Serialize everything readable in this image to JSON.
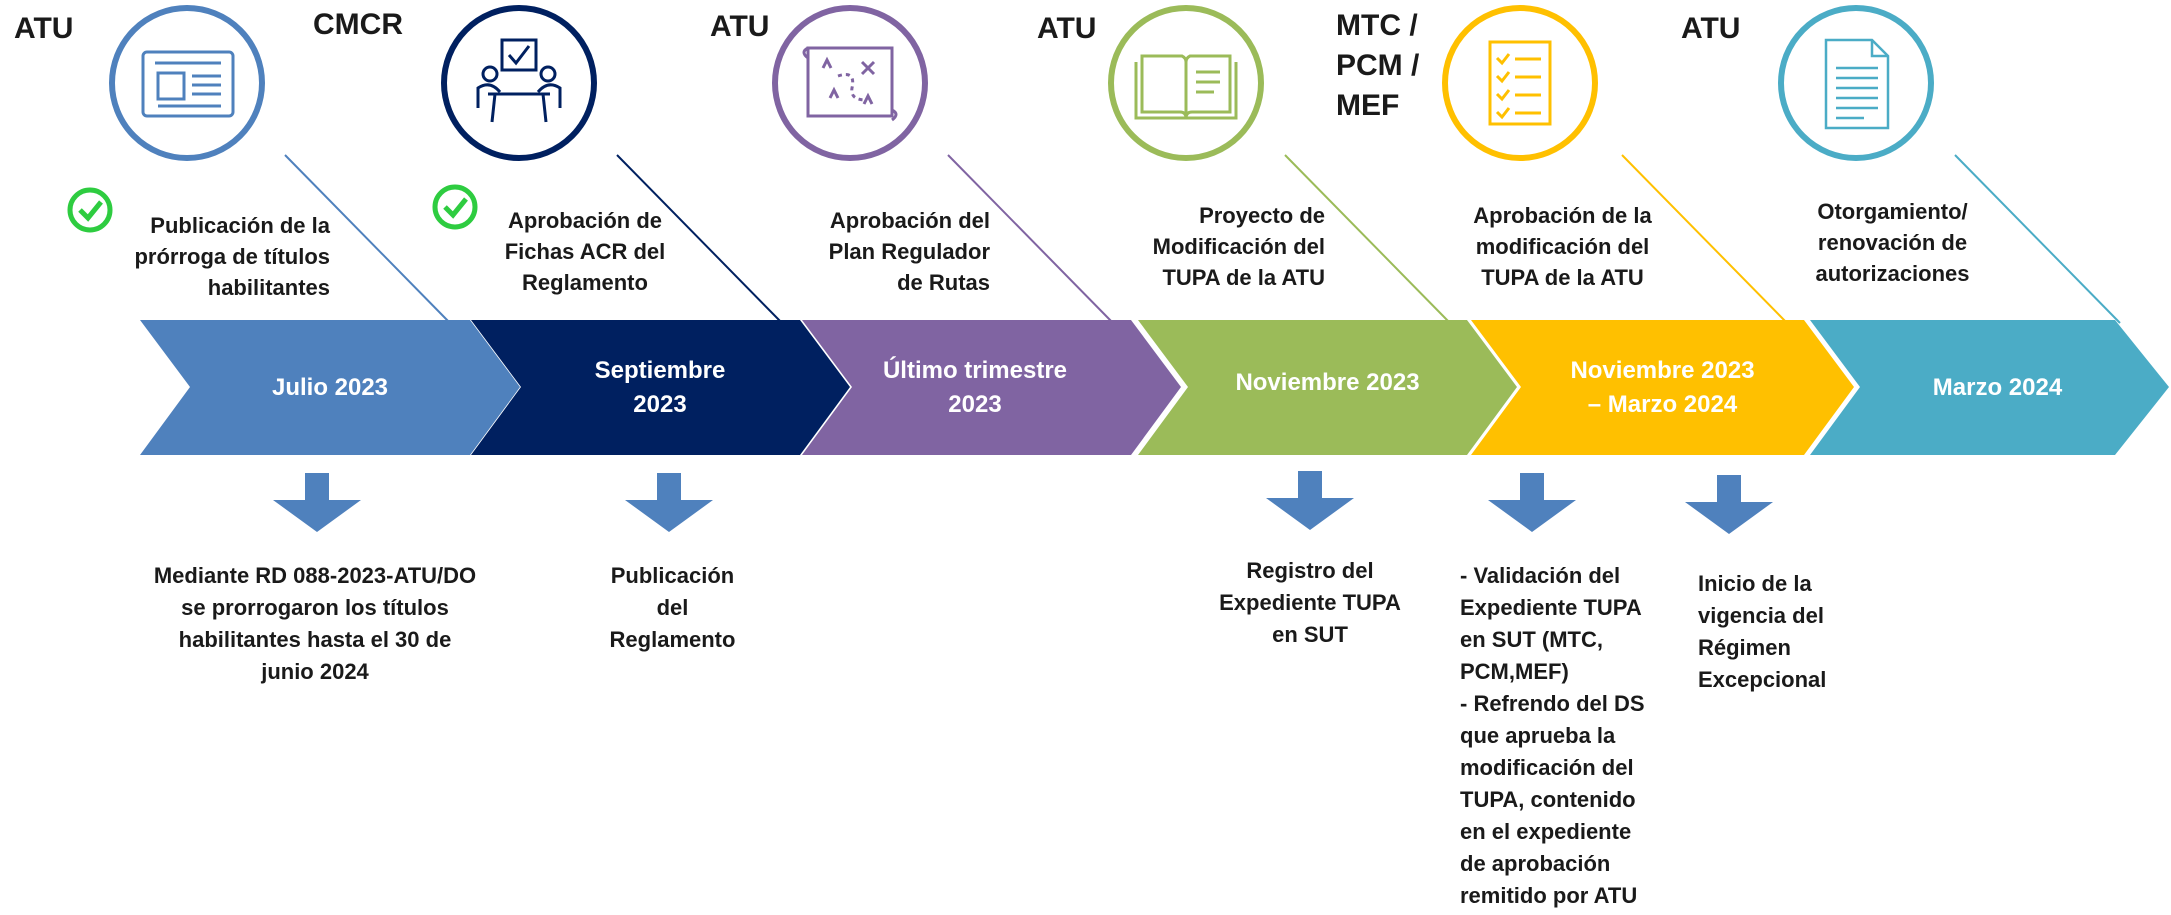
{
  "colors": {
    "blue": "#4f81bd",
    "navy": "#002060",
    "purple": "#8064a2",
    "green": "#9bbb59",
    "gold": "#ffc000",
    "teal": "#4bacc6",
    "down_arrow": "#4f81bd",
    "check": "#2ecc40"
  },
  "stages": [
    {
      "entity": "ATU",
      "title": "Publicación de la prórroga de títulos habilitantes",
      "date": "Julio 2023",
      "icon": "newspaper-icon",
      "completed": true,
      "note": "Mediante RD 088-2023-ATU/DO se prorrogaron los títulos habilitantes hasta el 30 de junio 2024"
    },
    {
      "entity": "CMCR",
      "title": "Aprobación de Fichas ACR del Reglamento",
      "date": "Septiembre 2023",
      "icon": "meeting-approval-icon",
      "completed": true,
      "note": "Publicación del Reglamento"
    },
    {
      "entity": "ATU",
      "title": "Aprobación del Plan Regulador de Rutas",
      "date": "Último trimestre 2023",
      "icon": "route-map-icon",
      "completed": false,
      "note": ""
    },
    {
      "entity": "ATU",
      "title": "Proyecto de Modificación del TUPA de la ATU",
      "date": "Noviembre 2023",
      "icon": "open-book-icon",
      "completed": false,
      "note": "Registro del Expediente TUPA en SUT"
    },
    {
      "entity": "MTC / PCM / MEF",
      "title": "Aprobación de la modificación del TUPA de la ATU",
      "date": "Noviembre 2023 – Marzo 2024",
      "icon": "checklist-icon",
      "completed": false,
      "note": "- Validación del Expediente TUPA en SUT (MTC, PCM,MEF)\n- Refrendo del DS que aprueba la modificación del TUPA, contenido en el expediente de aprobación remitido por ATU"
    },
    {
      "entity": "ATU",
      "title": "Otorgamiento/ renovación de autorizaciones",
      "date": "Marzo 2024",
      "icon": "document-icon",
      "completed": false,
      "note": "Inicio de la vigencia del Régimen Excepcional"
    }
  ]
}
